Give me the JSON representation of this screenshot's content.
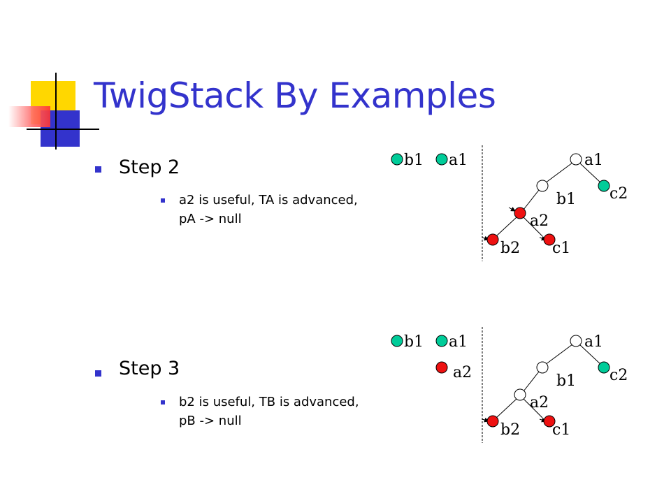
{
  "title": "TwigStack By Examples",
  "colors": {
    "title": "#3333cc",
    "bullet": "#3333cc",
    "node_green": "#00cc99",
    "node_red": "#ee1111",
    "node_empty": "#ffffff"
  },
  "steps": [
    {
      "label": "Step 2",
      "desc_line1": "a2 is useful, TA is advanced,",
      "desc_line2": "pA -> null",
      "stacks": [
        {
          "label": "b1",
          "color": "green"
        },
        {
          "label": "a1",
          "color": "green"
        }
      ],
      "tree": [
        {
          "label": "a1",
          "color": "empty"
        },
        {
          "label": "b1",
          "color": "empty"
        },
        {
          "label": "c2",
          "color": "green"
        },
        {
          "label": "a2",
          "color": "red"
        },
        {
          "label": "b2",
          "color": "red"
        },
        {
          "label": "c1",
          "color": "red"
        }
      ]
    },
    {
      "label": "Step 3",
      "desc_line1": "b2 is useful, TB is advanced,",
      "desc_line2": "pB -> null",
      "stacks": [
        {
          "label": "b1",
          "color": "green"
        },
        {
          "label": "a1",
          "color": "green"
        },
        {
          "label": "a2",
          "color": "red"
        }
      ],
      "tree": [
        {
          "label": "a1",
          "color": "empty"
        },
        {
          "label": "b1",
          "color": "empty"
        },
        {
          "label": "c2",
          "color": "green"
        },
        {
          "label": "a2",
          "color": "empty"
        },
        {
          "label": "b2",
          "color": "red"
        },
        {
          "label": "c1",
          "color": "red"
        }
      ]
    }
  ]
}
